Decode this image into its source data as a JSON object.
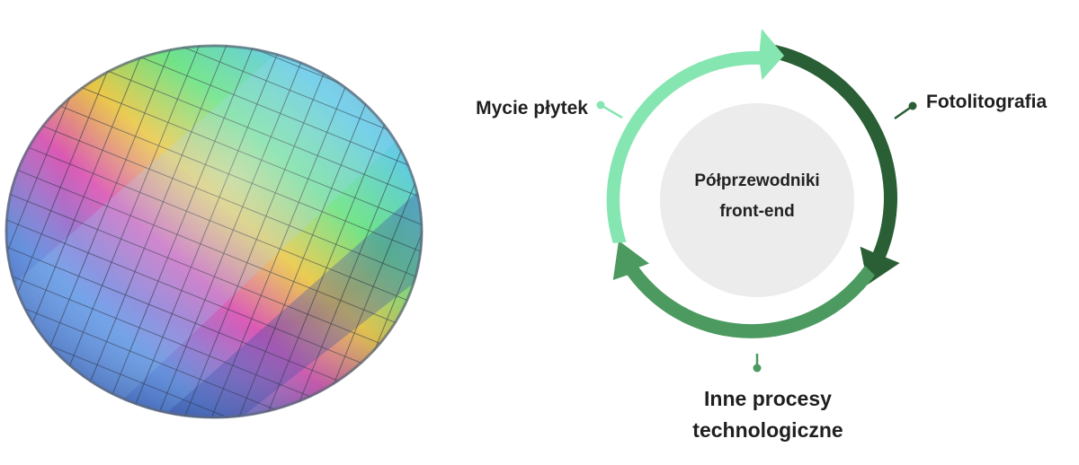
{
  "diagram": {
    "center": {
      "line1": "Półprzewodniki",
      "line2": "front-end"
    },
    "stages": {
      "wash": "Mycie płytek",
      "photo": "Fotolitografia",
      "other_line1": "Inne procesy",
      "other_line2": "technologiczne"
    },
    "colors": {
      "light_green": "#86e6b1",
      "dark_green": "#2a5e34",
      "mid_green": "#4c9a60",
      "center_fill": "#ececec"
    }
  },
  "wafer": {
    "icon": "silicon-wafer-photo"
  }
}
